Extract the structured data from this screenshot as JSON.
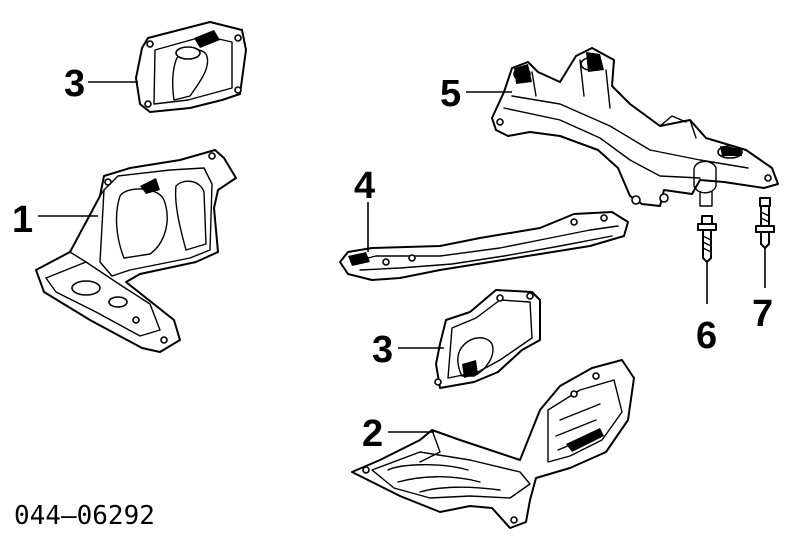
{
  "diagram": {
    "reference_code": "044–06292",
    "callouts": {
      "c1": "1",
      "c2": "2",
      "c3_top": "3",
      "c3_mid": "3",
      "c4": "4",
      "c5": "5",
      "c6": "6",
      "c7": "7"
    }
  }
}
